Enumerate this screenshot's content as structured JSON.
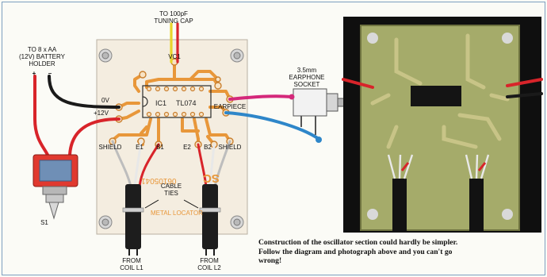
{
  "diagram": {
    "labels": {
      "tuning_cap": [
        "TO 100pF",
        "TUNING CAP"
      ],
      "battery": [
        "TO 8 x AA",
        "(12V) BATTERY",
        "HOLDER"
      ],
      "plus": "+",
      "minus": "–",
      "zero_v": "0V",
      "plus_12v": "+12V",
      "vc1": "VC1",
      "ic1": "IC1",
      "ic_part": "TL074",
      "earphone_socket": [
        "3.5mm",
        "EARPHONE",
        "SOCKET"
      ],
      "earpiece": "EARPIECE",
      "shield_left": "SHIELD",
      "e1": "E1",
      "b1": "B1",
      "e2": "E2",
      "b2": "B2",
      "shield_right": "SHIELD",
      "cable_ties": [
        "CABLE",
        "TIES"
      ],
      "switch": "S1",
      "from_coil_l1": [
        "FROM",
        "COIL L1"
      ],
      "from_coil_l2": [
        "FROM",
        "COIL L2"
      ],
      "board_code": "06105041",
      "board_logo": "SC",
      "board_silk": "METAL LOCATOR"
    },
    "colors": {
      "wire_red": "#d8242a",
      "wire_black": "#1a1a1a",
      "wire_yellow": "#e8d42a",
      "wire_blue": "#2e86c9",
      "wire_pink": "#d4287a",
      "trace_orange": "#e8973a",
      "board": "#f4ede0"
    }
  },
  "caption": {
    "lines": [
      "Construction of the oscillator section could hardly be simpler.",
      "Follow the diagram and photograph above and you can't go",
      "wrong!"
    ]
  }
}
